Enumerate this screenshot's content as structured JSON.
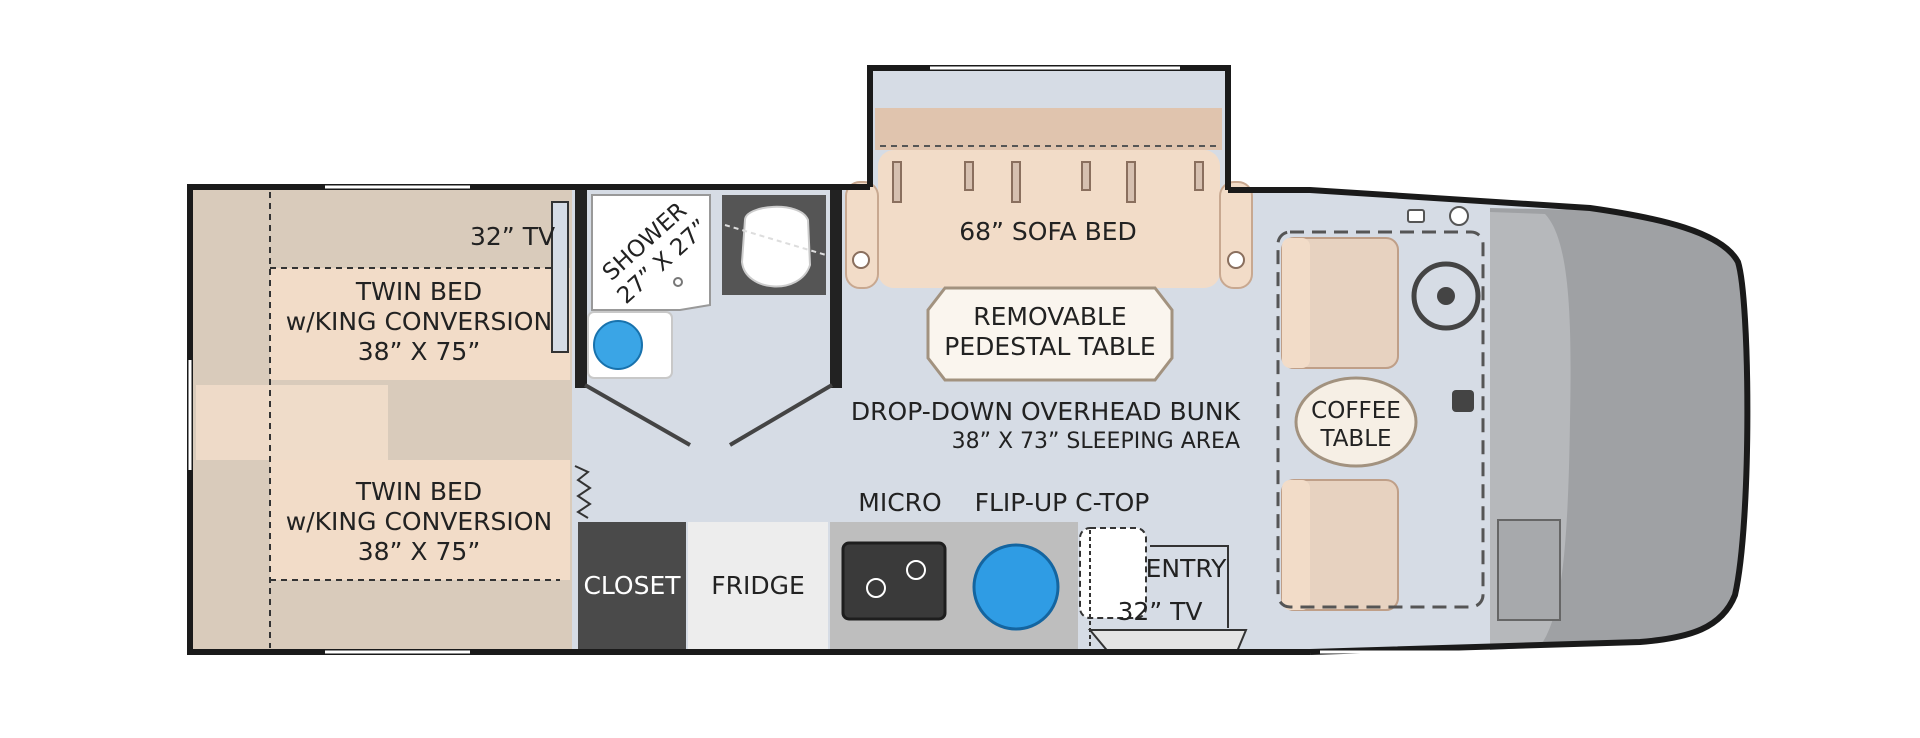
{
  "labels": {
    "tv_rear": "32” TV",
    "twin_bed_top": {
      "line1": "TWIN BED",
      "line2": "w/KING CONVERSION",
      "line3": "38” X 75”"
    },
    "twin_bed_bottom": {
      "line1": "TWIN BED",
      "line2": "w/KING CONVERSION",
      "line3": "38” X 75”"
    },
    "shower": {
      "line1": "SHOWER",
      "line2": "27” X 27”"
    },
    "sofa_bed": "68” SOFA BED",
    "pedestal_table": {
      "line1": "REMOVABLE",
      "line2": "PEDESTAL TABLE"
    },
    "bunk": {
      "line1": "DROP-DOWN OVERHEAD BUNK",
      "line2": "38” X 73” SLEEPING AREA"
    },
    "coffee_table": {
      "line1": "COFFEE",
      "line2": "TABLE"
    },
    "micro": "MICRO",
    "flip_up": "FLIP-UP C-TOP",
    "closet": "CLOSET",
    "fridge": "FRIDGE",
    "entry": "ENTRY",
    "tv_entry": "32” TV"
  }
}
